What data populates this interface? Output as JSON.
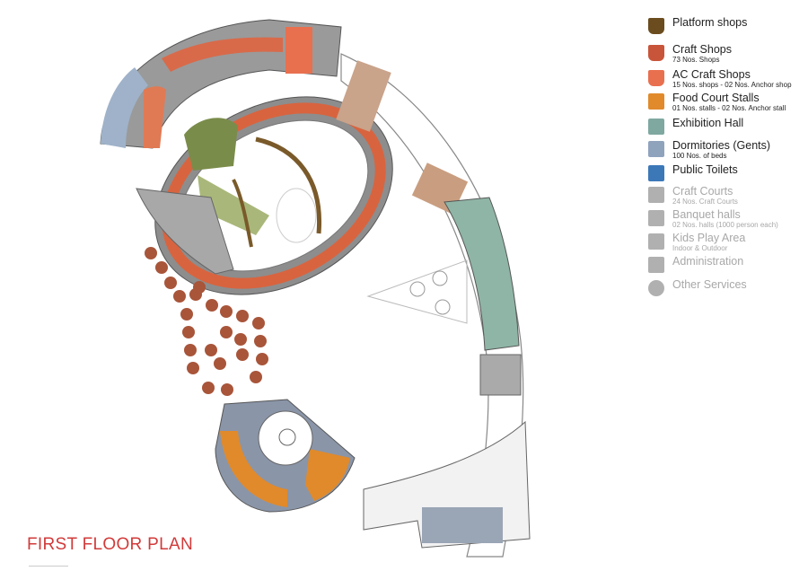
{
  "title": "FIRST FLOOR PLAN",
  "legend": [
    {
      "icon": "basket-icon",
      "label": "Platform shops",
      "sub": "",
      "color": "#6b4c1e",
      "faded": false
    },
    {
      "icon": "basket-icon",
      "label": "Craft Shops",
      "sub": "73 Nos. Shops",
      "color": "#c8553a",
      "faded": false
    },
    {
      "icon": "basket-icon",
      "label": "AC Craft Shops",
      "sub": "15 Nos. shops - 02 Nos. Anchor shop",
      "color": "#e8704f",
      "faded": false
    },
    {
      "icon": "fork-spoon-icon",
      "label": "Food Court Stalls",
      "sub": "01 Nos. stalls - 02 Nos. Anchor stall",
      "color": "#e08a2c",
      "faded": false
    },
    {
      "icon": "exhibition-icon",
      "label": "Exhibition Hall",
      "sub": "",
      "color": "#7fa8a0",
      "faded": false
    },
    {
      "icon": "bunk-bed-icon",
      "label": "Dormitories (Gents)",
      "sub": "100 Nos. of beds",
      "color": "#8fa3bd",
      "faded": false
    },
    {
      "icon": "toilet-icon",
      "label": "Public Toilets",
      "sub": "",
      "color": "#3c78b8",
      "faded": false
    },
    {
      "icon": "scissors-icon",
      "label": "Craft Courts",
      "sub": "24 Nos. Craft Courts",
      "color": "#b0b0b0",
      "faded": true
    },
    {
      "icon": "cloche-icon",
      "label": "Banquet halls",
      "sub": "02 Nos. halls (1000 person each)",
      "color": "#b0b0b0",
      "faded": true
    },
    {
      "icon": "slide-icon",
      "label": "Kids Play Area",
      "sub": "Indoor & Outdoor",
      "color": "#b0b0b0",
      "faded": true
    },
    {
      "icon": "admin-person-icon",
      "label": "Administration",
      "sub": "",
      "color": "#b0b0b0",
      "faded": true
    },
    {
      "icon": "gear-icon",
      "label": "Other Services",
      "sub": "",
      "color": "#b0b0b0",
      "faded": true
    }
  ]
}
